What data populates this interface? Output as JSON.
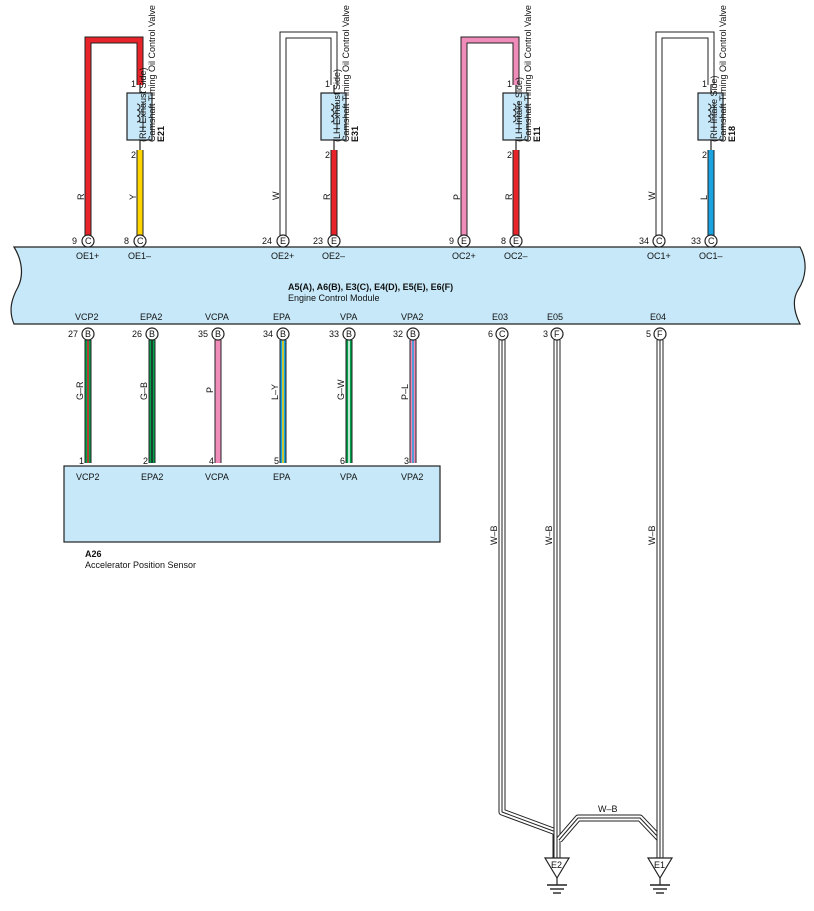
{
  "colors": {
    "R": "#e8232a",
    "Y": "#ffd400",
    "W": "#ffffff",
    "P": "#f08cba",
    "L": "#1aa3e0",
    "G": "#00a14b",
    "B": "#222222",
    "ecm_fill": "#c6e8f8",
    "outline": "#222222"
  },
  "ecm": {
    "connectors": "A5(A), A6(B), E3(C), E4(D), E5(E), E6(F)",
    "name": "Engine Control Module"
  },
  "valves": [
    {
      "code": "E21",
      "name": "Camshaft Timing Oil Control Valve",
      "side": "(RH Exhaust Side)",
      "pin1": "1",
      "pin2": "2",
      "top_wire": {
        "color": "R",
        "label": "R",
        "pin": "9",
        "conn": "C",
        "signal": "OE1+"
      },
      "bottom_wire": {
        "color": "Y",
        "label": "Y",
        "pin": "8",
        "conn": "C",
        "signal": "OE1–"
      }
    },
    {
      "code": "E31",
      "name": "Camshaft Timing Oil Control Valve",
      "side": "(LH Exhaust Side)",
      "pin1": "1",
      "pin2": "2",
      "top_wire": {
        "color": "W",
        "label": "W",
        "pin": "24",
        "conn": "E",
        "signal": "OE2+"
      },
      "bottom_wire": {
        "color": "R",
        "label": "R",
        "pin": "23",
        "conn": "E",
        "signal": "OE2–"
      }
    },
    {
      "code": "E11",
      "name": "Camshaft Timing Oil Control Valve",
      "side": "(LH Intake Side)",
      "pin1": "1",
      "pin2": "2",
      "top_wire": {
        "color": "P",
        "label": "P",
        "pin": "9",
        "conn": "E",
        "signal": "OC2+"
      },
      "bottom_wire": {
        "color": "R",
        "label": "R",
        "pin": "8",
        "conn": "E",
        "signal": "OC2–"
      }
    },
    {
      "code": "E18",
      "name": "Camshaft Timing Oil Control Valve",
      "side": "(RH Intake Side)",
      "pin1": "1",
      "pin2": "2",
      "top_wire": {
        "color": "W",
        "label": "W",
        "pin": "34",
        "conn": "C",
        "signal": "OC1+"
      },
      "bottom_wire": {
        "color": "L",
        "label": "L",
        "pin": "33",
        "conn": "C",
        "signal": "OC1–"
      }
    }
  ],
  "sensor_wires": [
    {
      "ecm_pin": "27",
      "conn": "B",
      "signal": "VCP2",
      "wire": "G–R",
      "base": "G",
      "stripe": "R",
      "sensor_pin": "1",
      "sensor_signal": "VCP2"
    },
    {
      "ecm_pin": "26",
      "conn": "B",
      "signal": "EPA2",
      "wire": "G–B",
      "base": "G",
      "stripe": "B",
      "sensor_pin": "2",
      "sensor_signal": "EPA2"
    },
    {
      "ecm_pin": "35",
      "conn": "B",
      "signal": "VCPA",
      "wire": "P",
      "base": "P",
      "stripe": "",
      "sensor_pin": "4",
      "sensor_signal": "VCPA"
    },
    {
      "ecm_pin": "34",
      "conn": "B",
      "signal": "EPA",
      "wire": "L–Y",
      "base": "L",
      "stripe": "Y",
      "sensor_pin": "5",
      "sensor_signal": "EPA"
    },
    {
      "ecm_pin": "33",
      "conn": "B",
      "signal": "VPA",
      "wire": "G–W",
      "base": "G",
      "stripe": "W",
      "sensor_pin": "6",
      "sensor_signal": "VPA"
    },
    {
      "ecm_pin": "32",
      "conn": "B",
      "signal": "VPA2",
      "wire": "P–L",
      "base": "P",
      "stripe": "L",
      "sensor_pin": "3",
      "sensor_signal": "VPA2"
    }
  ],
  "sensor": {
    "code": "A26",
    "name": "Accelerator Position Sensor"
  },
  "ground_wires": [
    {
      "ecm_pin": "6",
      "conn": "C",
      "signal": "E03",
      "wire": "W–B"
    },
    {
      "ecm_pin": "3",
      "conn": "F",
      "signal": "E05",
      "wire": "W–B"
    },
    {
      "ecm_pin": "5",
      "conn": "F",
      "signal": "E04",
      "wire": "W–B"
    }
  ],
  "cross_wire_label": "W–B",
  "grounds": [
    {
      "label": "E2"
    },
    {
      "label": "E1"
    }
  ]
}
